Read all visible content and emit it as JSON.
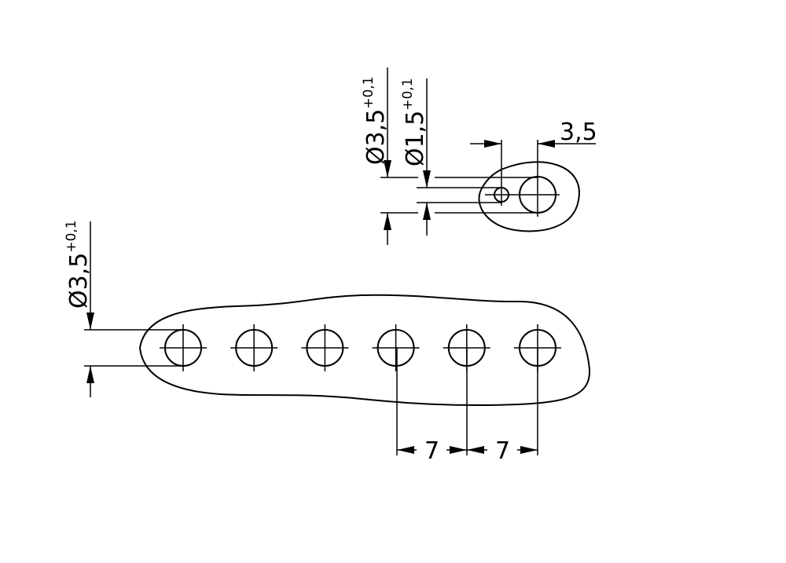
{
  "drawing": {
    "top_view": {
      "outer_hole_diameter": {
        "symbol": "Ø",
        "value": "3,5",
        "tolerance": "+0,1"
      },
      "inner_hole_diameter": {
        "symbol": "Ø",
        "value": "1,5",
        "tolerance": "+0,1"
      },
      "offset_dimension": "3,5"
    },
    "bottom_view": {
      "hole_diameter": {
        "symbol": "Ø",
        "value": "3,5",
        "tolerance": "+0,1"
      },
      "hole_count": 6,
      "pitch_dimensions": [
        "7",
        "7"
      ]
    },
    "line_color": "#000000"
  }
}
